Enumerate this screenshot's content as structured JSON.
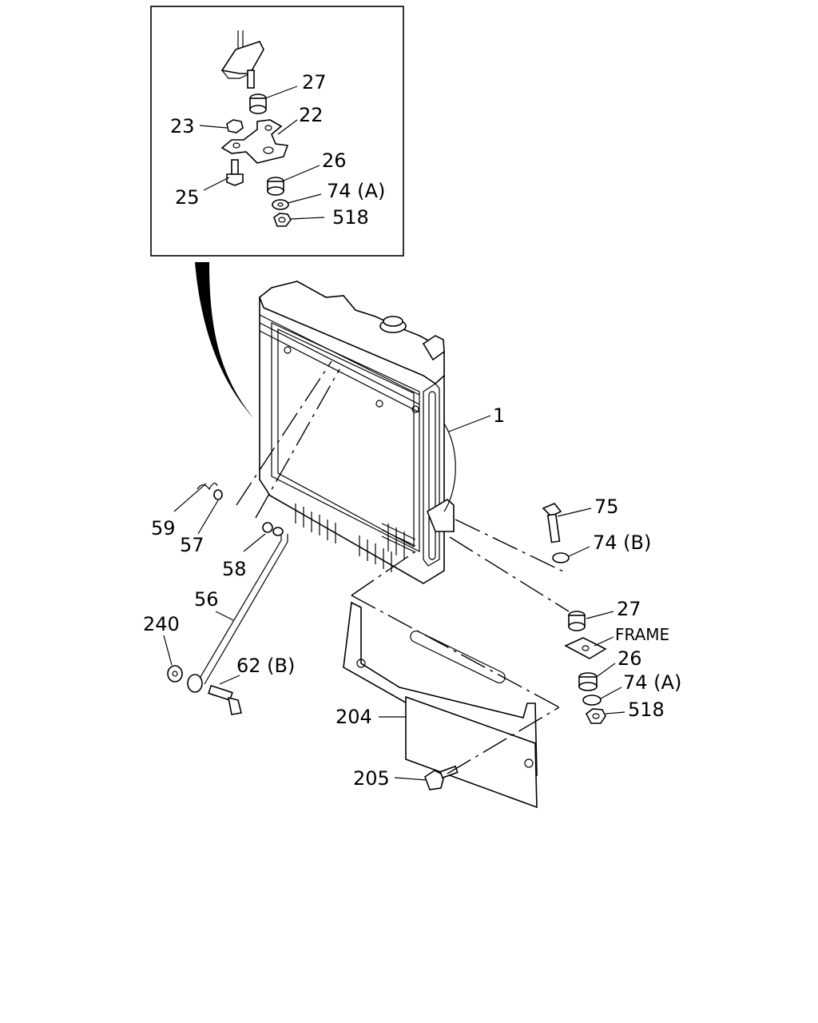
{
  "inset_labels": {
    "l27": "27",
    "l23": "23",
    "l22": "22",
    "l26": "26",
    "l25": "25",
    "l74a": "74 (A)",
    "l518": "518"
  },
  "main_labels": {
    "l1": "1",
    "l75": "75",
    "l74b": "74 (B)",
    "l59": "59",
    "l57": "57",
    "l58": "58",
    "l56": "56",
    "l240": "240",
    "l62b": "62 (B)",
    "l27": "27",
    "frame": "FRAME",
    "l26": "26",
    "l74a": "74 (A)",
    "l518": "518",
    "l204": "204",
    "l205": "205"
  }
}
